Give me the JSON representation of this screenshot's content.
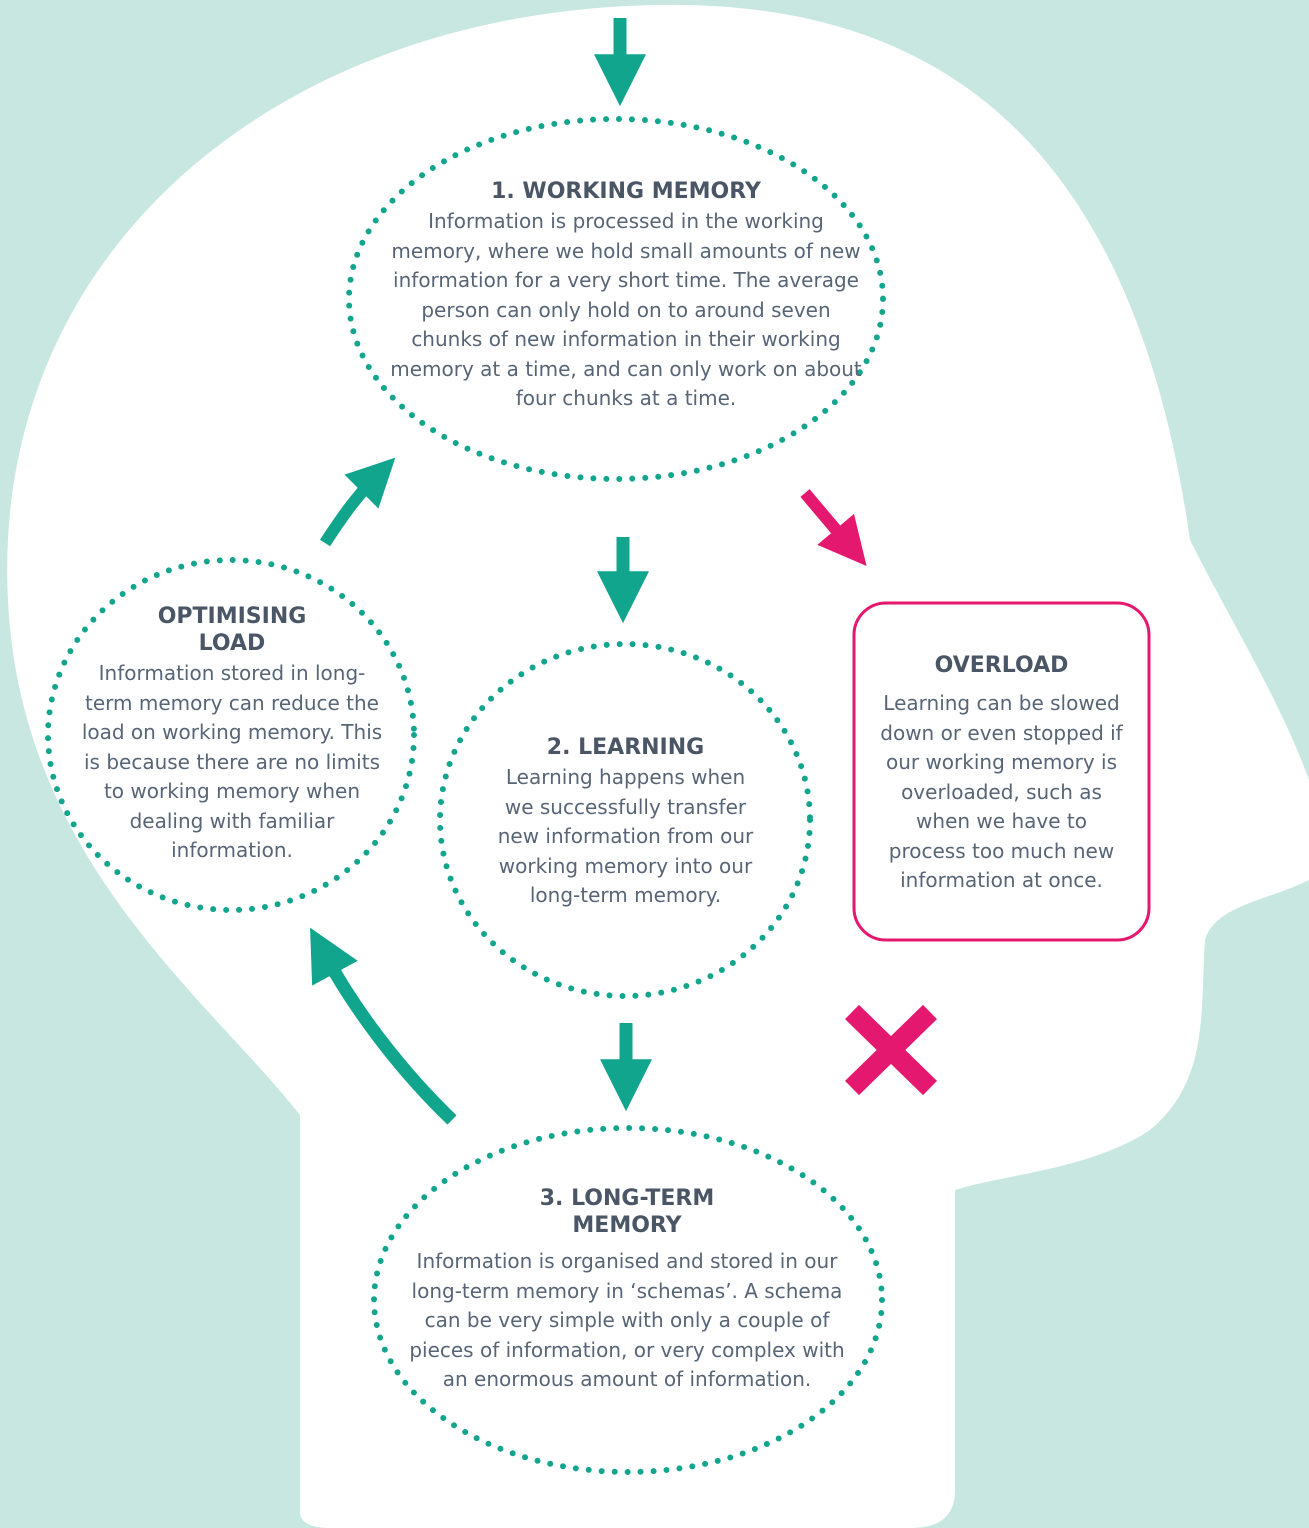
{
  "working_memory": {
    "title": "1. WORKING MEMORY",
    "body": "Information is processed in the working memory, where we hold small amounts of new information for a very short time. The average person can only hold on to around seven chunks of new information in their working memory at a time, and can only work on about four chunks at a time."
  },
  "learning": {
    "title": "2. LEARNING",
    "body": "Learning happens when we successfully transfer new information from our working memory into our long-term memory."
  },
  "long_term_memory": {
    "title": "3. LONG-TERM MEMORY",
    "body": "Information is organised and stored in our long-term memory in ‘schemas’. A schema can be very simple with only a couple of pieces of information, or very complex with an enormous amount of information."
  },
  "optimising_load": {
    "title": "OPTIMISING LOAD",
    "body": "Information stored in long-term memory can reduce the load on working memory. This is because there are no limits to working memory when dealing with familiar information."
  },
  "overload": {
    "title": "OVERLOAD",
    "body": "Learning can be slowed down or even stopped if our working memory is overloaded, such as when we have to process too much new information at once."
  },
  "colors": {
    "background": "#c8e7e1",
    "head": "#ffffff",
    "teal": "#12a58e",
    "pink": "#e5186f",
    "text": "#586576"
  }
}
